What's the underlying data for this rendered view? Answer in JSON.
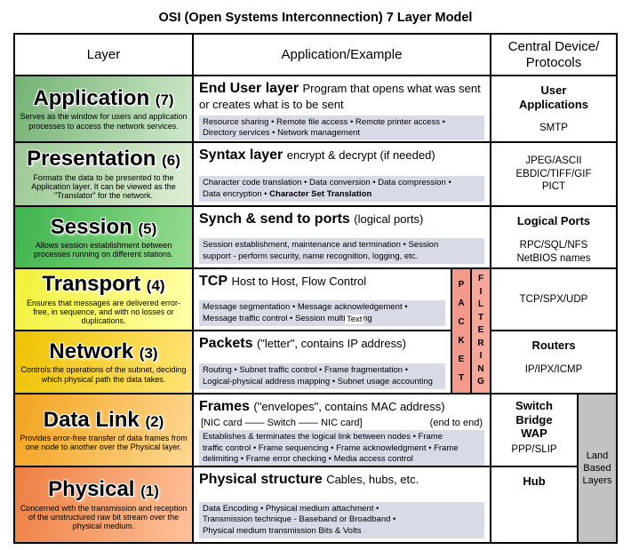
{
  "title": "OSI (Open Systems Interconnection) 7 Layer Model",
  "header": {
    "layer": "Layer",
    "example": "Application/Example",
    "central": "Central Device/\nProtocols"
  },
  "packet_column": "P\nA\nC\nK\nE\nT",
  "filtering_column": "F\nI\nL\nT\nE\nR\nI\nN\nG",
  "land_based_label": "Land\nBased\nLayers",
  "colors": {
    "application": "#74b274",
    "presentation": "#9cc894",
    "session": "#3db44d",
    "transport": "#f1f13a",
    "network": "#eec200",
    "data_link": "#f2a41e",
    "physical": "#ed7f42",
    "details_box": "#d8dae6",
    "packet_filtering": "#f2998c",
    "land_based": "#c2c2c2"
  },
  "layers": [
    {
      "name": "Application",
      "number": "(7)",
      "description": "Serves as the window for users and application processes to access the network services.",
      "example_title": "End User layer",
      "example_subtitle": "Program that opens what was sent or creates what is to be sent",
      "details": "Resource sharing • Remote file access • Remote printer access •\nDirectory services • Network management",
      "device": "User\nApplications",
      "protocols": "SMTP"
    },
    {
      "name": "Presentation",
      "number": "(6)",
      "description": "Formats the data to be presented to the Application layer. It can be viewed as the \"Translator\" for the network.",
      "example_title": "Syntax layer",
      "example_subtitle": "encrypt & decrypt (if needed)",
      "details": "Character code translation • Data conversion • Data compression •\nData encryption • ",
      "details_bold": "Character Set Translation",
      "protocols": "JPEG/ASCII\nEBDIC/TIFF/GIF\nPICT"
    },
    {
      "name": "Session",
      "number": "(5)",
      "description": "Allows session establishment between processes running on different stations.",
      "example_title": "Synch & send to ports",
      "example_subtitle": "(logical ports)",
      "details": "Session establishment, maintenance and termination • Session\nsupport - perform security, name recognition, logging, etc.",
      "device": "Logical Ports",
      "protocols": "RPC/SQL/NFS\nNetBIOS names"
    },
    {
      "name": "Transport",
      "number": "(4)",
      "description": "Ensures that messages are delivered error-free, in sequence, and with no losses or duplications.",
      "example_title": "TCP",
      "example_subtitle": "Host to Host, Flow Control",
      "details": "Message segmentation • Message acknowledgement •\nMessage traffic control • Session multiplexing",
      "overlay_text": "Text",
      "protocols": "TCP/SPX/UDP"
    },
    {
      "name": "Network",
      "number": "(3)",
      "description": "Controls the operations of the subnet, deciding which physical path the data takes.",
      "example_title": "Packets",
      "example_subtitle": "(\"letter\", contains IP address)",
      "details": "Routing • Subnet traffic control • Frame fragmentation •\nLogical-physical address mapping • Subnet usage accounting",
      "device": "Routers",
      "protocols": "IP/IPX/ICMP"
    },
    {
      "name": "Data Link",
      "number": "(2)",
      "description": "Provides error-free transfer of data frames from one node to another over the Physical layer.",
      "example_title": "Frames",
      "example_subtitle": "(\"envelopes\", contains MAC address)",
      "nic_line": "[NIC card —— Switch —— NIC card]",
      "nic_note": "(end to end)",
      "details": "Establishes & terminates the logical link between nodes • Frame\ntraffic control • Frame sequencing • Frame acknowledgment • Frame\ndelimiting • Frame error checking • Media access control",
      "device": "Switch\nBridge\nWAP",
      "protocols": "PPP/SLIP"
    },
    {
      "name": "Physical",
      "number": "(1)",
      "description": "Concerned with the transmission and reception of the unstructured raw bit stream over the physical medium.",
      "example_title": "Physical structure",
      "example_subtitle": "Cables, hubs, etc.",
      "details": "Data Encoding • Physical medium attachment •\nTransmission technique - Baseband or Broadband •\nPhysical medium transmission Bits & Volts",
      "device": "Hub"
    }
  ]
}
